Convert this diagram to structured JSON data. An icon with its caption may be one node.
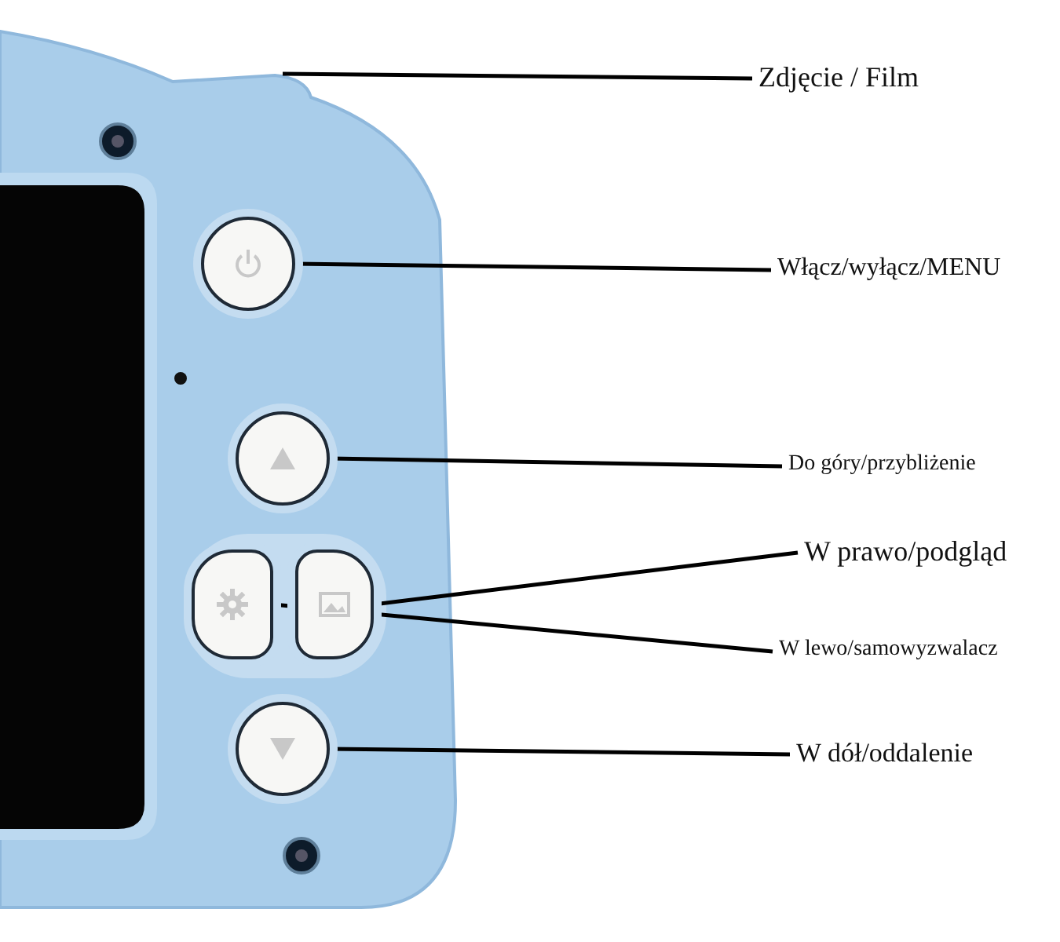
{
  "diagram": {
    "nodes": [
      {
        "text": [
          "Zdjęcie / Film"
        ]
      },
      {
        "text": [
          "Włącz/wyłącz/MENU"
        ]
      },
      {
        "text": [
          "Do góry/przybliżenie"
        ]
      },
      {
        "text": [
          "W prawo/podgląd"
        ]
      },
      {
        "text": [
          "W lewo/samowyzwalacz"
        ]
      },
      {
        "text": [
          "W dół/oddalenie"
        ]
      },
      {
        "text": [],
        "shape": "circle"
      },
      {
        "text": [],
        "shape": "circle"
      },
      {
        "text": [],
        "shape": "box"
      },
      {
        "text": [],
        "shape": "box"
      },
      {
        "text": [],
        "shape": "circle"
      }
    ],
    "edges": [
      {
        "from": 0,
        "to": null,
        "arrow": "none"
      },
      {
        "from": 1,
        "to": 6,
        "arrow": "none"
      },
      {
        "from": 2,
        "to": 7,
        "arrow": "none"
      },
      {
        "from": 3,
        "to": 9,
        "arrow": "none"
      },
      {
        "from": 4,
        "to": 8,
        "arrow": "none"
      },
      {
        "from": 5,
        "to": 10,
        "arrow": "none"
      }
    ]
  }
}
